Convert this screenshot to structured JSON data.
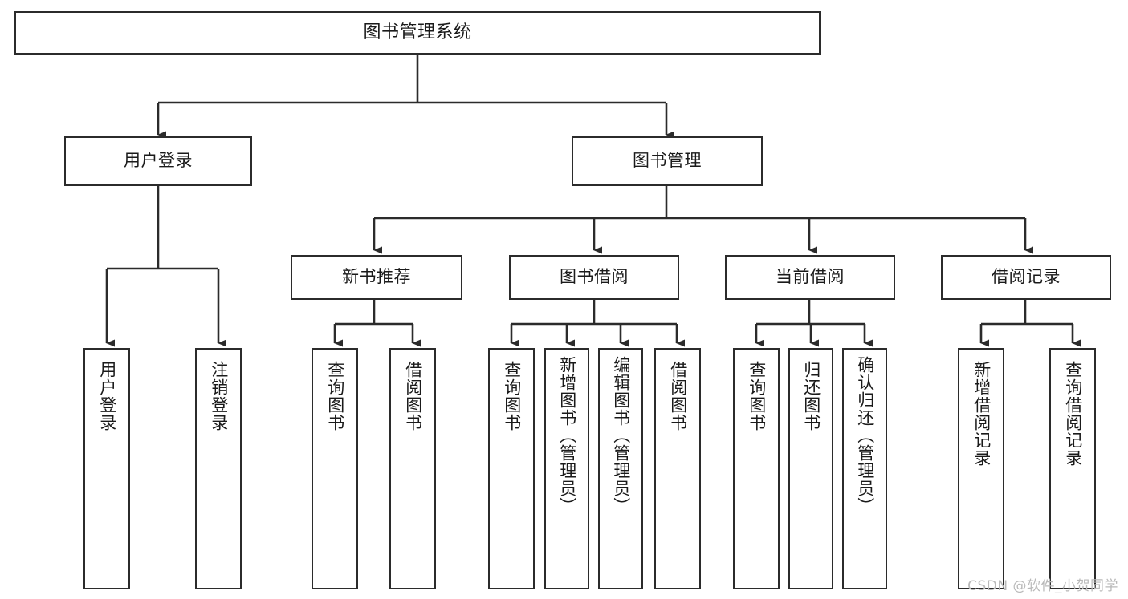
{
  "title": "图书管理系统",
  "diagram": {
    "type": "tree-hierarchy",
    "orientation": "top-down",
    "colors": {
      "background": "#ffffff",
      "box_border": "#2b2b2b",
      "box_fill": "#ffffff",
      "connector": "#2b2b2b",
      "text": "#1a1a1a",
      "watermark": "#b9b9b9"
    }
  },
  "root": {
    "label": "图书管理系统"
  },
  "level1": [
    {
      "label": "用户登录"
    },
    {
      "label": "图书管理"
    }
  ],
  "level2": [
    {
      "label": "新书推荐"
    },
    {
      "label": "图书借阅"
    },
    {
      "label": "当前借阅"
    },
    {
      "label": "借阅记录"
    }
  ],
  "leaves": {
    "user_login": [
      {
        "label": "用户登录"
      },
      {
        "label": "注销登录"
      }
    ],
    "new_book_recommend": [
      {
        "label": "查询图书"
      },
      {
        "label": "借阅图书"
      }
    ],
    "book_borrow": [
      {
        "label": "查询图书"
      },
      {
        "label": "新增图书（管理员）"
      },
      {
        "label": "编辑图书（管理员）"
      },
      {
        "label": "借阅图书"
      }
    ],
    "current_borrow": [
      {
        "label": "查询图书"
      },
      {
        "label": "归还图书"
      },
      {
        "label": "确认归还（管理员）"
      }
    ],
    "borrow_record": [
      {
        "label": "新增借阅记录"
      },
      {
        "label": "查询借阅记录"
      }
    ]
  },
  "watermark": {
    "text": "CSDN @软件_小贺同学"
  }
}
